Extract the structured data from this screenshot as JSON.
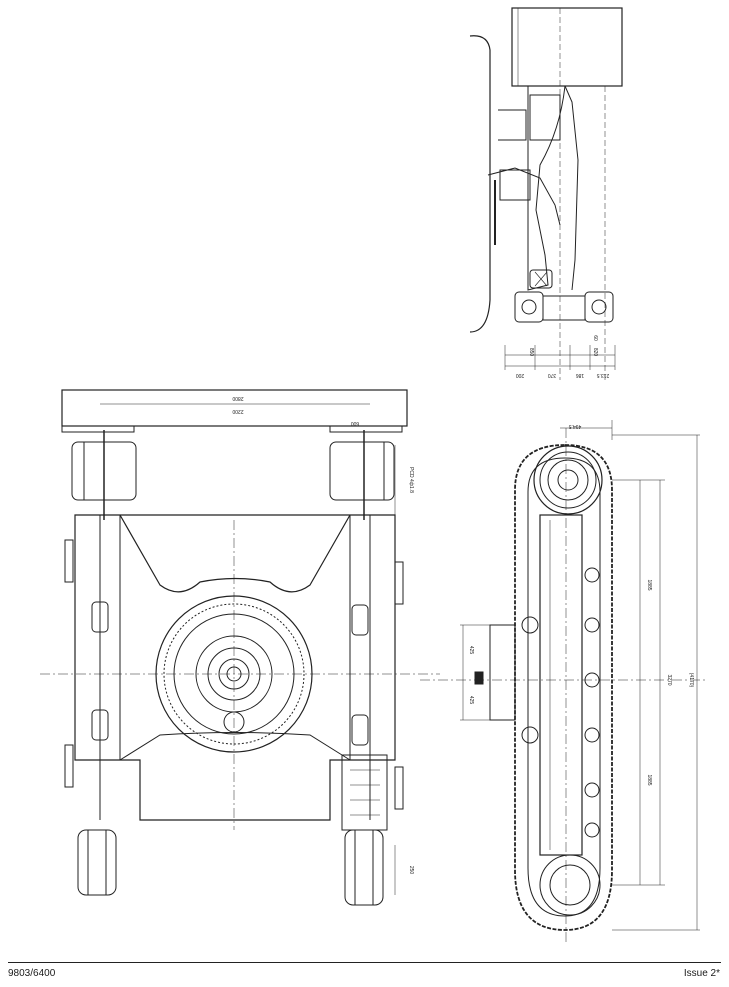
{
  "footer": {
    "doc_number": "9803/6400",
    "issue": "Issue 2*"
  },
  "dimensions": {
    "front_view": {
      "overall_width": "2800",
      "gauge": "2200",
      "pad": "600",
      "pcd": "PCD 4ф1.8",
      "wheel_offset": "250"
    },
    "side_view": {
      "chain": "494.5",
      "upper": "1885",
      "overall": "3270",
      "overall_bracket": "(4170)",
      "lower": "1885",
      "plate_a": "425",
      "plate_b": "425"
    },
    "end_view": {
      "d1": "200",
      "d2": "370",
      "d3": "186",
      "d4": "213.5",
      "d5": "850",
      "d6": "820",
      "d7": "60"
    }
  }
}
